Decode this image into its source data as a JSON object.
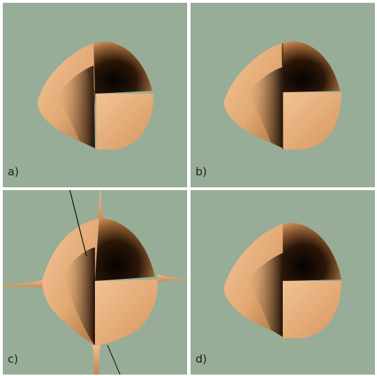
{
  "panels": [
    {
      "id": "a",
      "label": "a)"
    },
    {
      "id": "b",
      "label": "b)"
    },
    {
      "id": "c",
      "label": "c)"
    },
    {
      "id": "d",
      "label": "d)"
    }
  ],
  "colors": {
    "background": "#97ad97",
    "surface_light": "#e9b482",
    "surface_mid": "#c78a55",
    "surface_dark": "#160b04",
    "separator": "#ffffff"
  }
}
